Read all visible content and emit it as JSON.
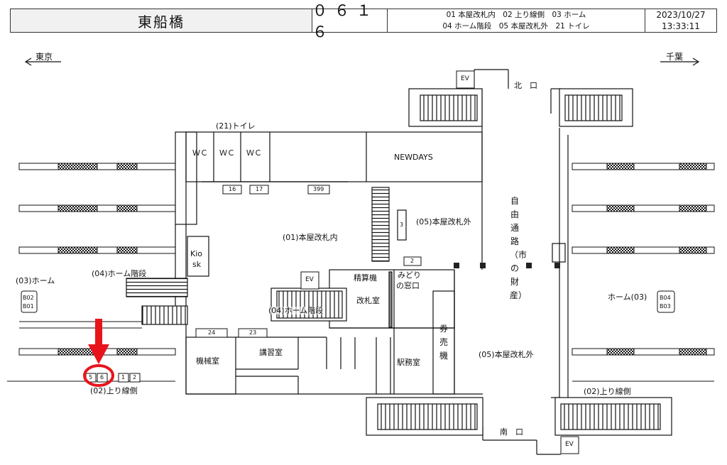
{
  "header": {
    "station_name": "東船橋",
    "station_code": "０６１６",
    "legend_line1": "01 本屋改札内　02 上り線側　03 ホーム",
    "legend_line2": "04 ホーム階段　05 本屋改札外　21 トイレ",
    "date": "2023/10/27",
    "time": "13:33:11"
  },
  "directions": {
    "west": "東京",
    "east": "千葉"
  },
  "areas": {
    "toilet": "(21)トイレ",
    "wc": "ＷＣ",
    "newdays": "NEWDAYS",
    "kiosk_line1": "Kio",
    "kiosk_line2": "sk",
    "concourse_inside": "(01)本屋改札内",
    "outside_upper": "(05)本屋改札外",
    "outside_lower": "(05)本屋改札外",
    "home_stairs_upper": "(04)ホーム階段",
    "home_stairs_lower": "(04)ホーム階段",
    "platform_left": "(03)ホーム",
    "platform_right": "ホーム(03)",
    "up_line_left": "(02)上り線側",
    "up_line_right": "(02)上り線側",
    "fare_adjust": "精算機",
    "midori_line1": "みどり",
    "midori_line2": "の窓口",
    "gate_room": "改札室",
    "ticket_machine": "券売機",
    "machine_room": "機械室",
    "training_room": "講習室",
    "station_office": "駅務室",
    "free_passage": "自由通路（市の財産）",
    "north_exit": "北　口",
    "south_exit": "南　口",
    "ev": "EV"
  },
  "location_codes": {
    "c16": "16",
    "c17": "17",
    "c399": "399",
    "c3": "3",
    "c2": "2",
    "c24": "24",
    "c23": "23",
    "c5": "5",
    "c6": "6",
    "c1": "1",
    "c2b": "2",
    "b01": "B01",
    "b02": "B02",
    "b03": "B03",
    "b04": "B04"
  },
  "marker": {
    "target_code": "6",
    "color": "#e8141c"
  }
}
